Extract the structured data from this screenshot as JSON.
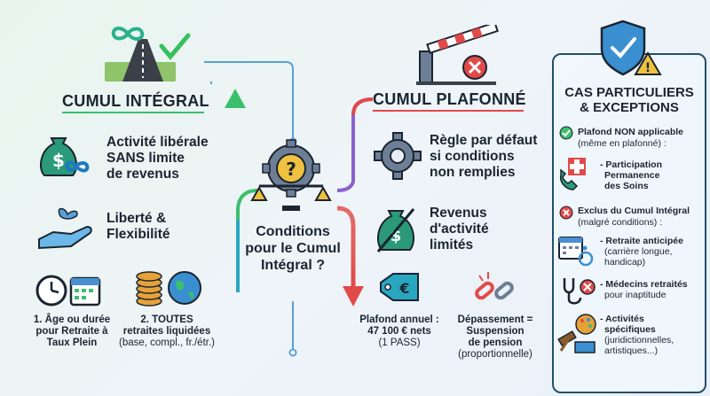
{
  "left": {
    "title": "CUMUL INTÉGRAL",
    "item1": "Activité libérale SANS limite de revenus",
    "item1_lines": [
      "Activité libérale",
      "SANS limite",
      "de revenus"
    ],
    "item2_lines": [
      "Liberté &",
      "Flexibilité"
    ],
    "cond1_lines": [
      "1. Âge ou durée",
      "pour Retraite à",
      "Taux Plein"
    ],
    "cond2_lines": [
      "2. TOUTES",
      "retraites liquidées",
      "(base, compl., fr./étr.)"
    ]
  },
  "center": {
    "lines": [
      "Conditions",
      "pour le Cumul",
      "Intégral ?"
    ]
  },
  "middle": {
    "title": "CUMUL PLAFONNÉ",
    "item1_lines": [
      "Règle par défaut",
      "si conditions",
      "non remplies"
    ],
    "item2_lines": [
      "Revenus",
      "d'activité",
      "limités"
    ],
    "plafond_lines": [
      "Plafond annuel :",
      "47 100 € nets",
      "(1 PASS)"
    ],
    "depassement_lines": [
      "Dépassement =",
      "Suspension",
      "de pension",
      "(proportionnelle)"
    ]
  },
  "right": {
    "title_lines": [
      "CAS PARTICULIERS",
      "& EXCEPTIONS"
    ],
    "np_title": "Plafond NON applicable",
    "np_sub": "(même en plafonné) :",
    "pds_lines": [
      "- Participation",
      "Permanence",
      "des Soins"
    ],
    "excl_title": "Exclus du Cumul Intégral",
    "excl_sub": "(malgré conditions) :",
    "ra_lines": [
      "- Retraite anticipée",
      "(carrière longue,",
      "handicap)"
    ],
    "med_lines": [
      "- Médecins retraités",
      "pour inaptitude"
    ],
    "act_lines": [
      "- Activités",
      "spécifiques",
      "(juridictionnelles,",
      "artistiques...)"
    ]
  },
  "colors": {
    "green": "#3cbf6d",
    "red": "#e24a4a",
    "blue": "#2f7fd6",
    "teal": "#2aa7a0",
    "dark": "#24506b"
  }
}
